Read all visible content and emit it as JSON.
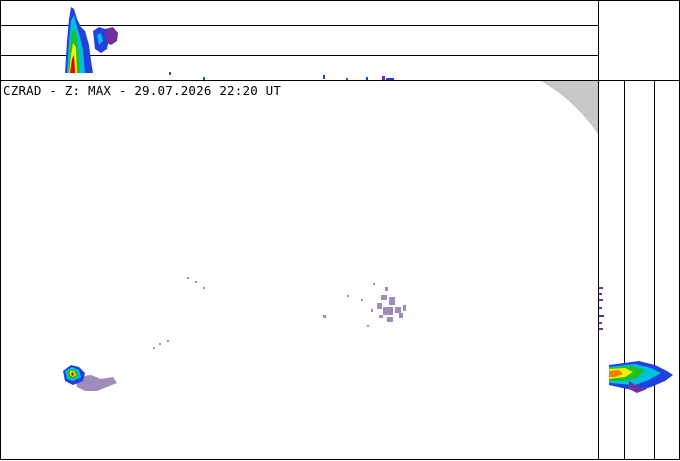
{
  "header": {
    "title": "CZRAD - Z: MAX - 29.07.2026 22:20 UT"
  },
  "colors": {
    "frame": "#000000",
    "background": "#ffffff",
    "out_of_range": "#c8c8c8",
    "echo_weak": "#a08cb8",
    "echo_blue": "#2040e0",
    "echo_cyan": "#00c0e0",
    "echo_green": "#20c020",
    "echo_yellow": "#f0f000",
    "echo_orange": "#f08000",
    "echo_red": "#e00000",
    "echo_purple": "#7030a0"
  },
  "views": {
    "main": "plan-view-max",
    "top": "west-east-projection",
    "right": "north-south-projection"
  }
}
